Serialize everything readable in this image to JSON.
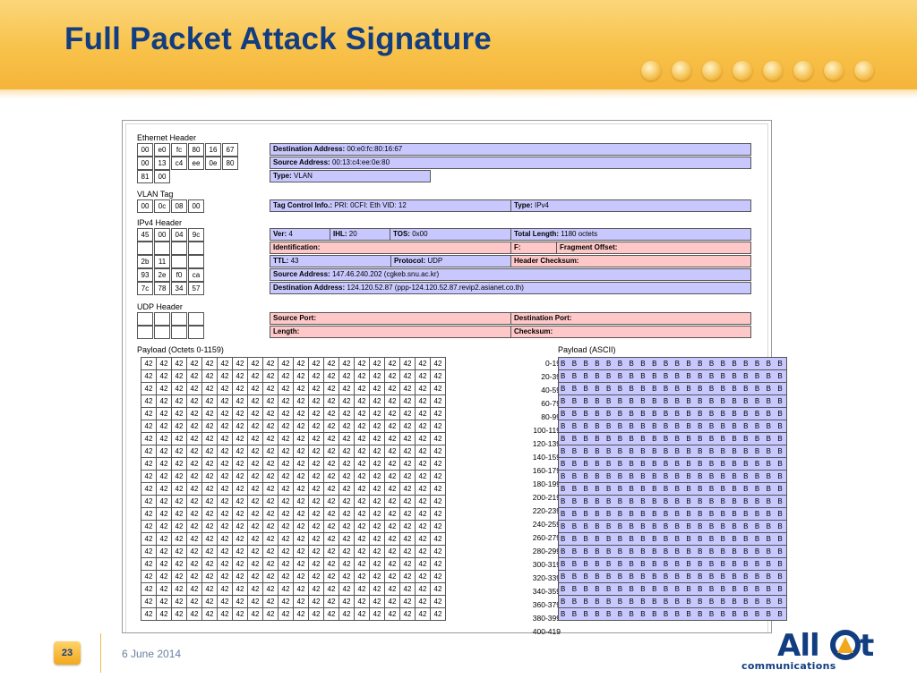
{
  "slide": {
    "title": "Full Packet Attack Signature",
    "page_number": "23",
    "date": "6 June 2014",
    "accent": "#f5b43a",
    "title_color": "#123d80"
  },
  "nav_dots": [
    "(c)",
    "(c)",
    "(c)",
    "(c)",
    "(c)",
    "(c)",
    "(c)",
    "(c)"
  ],
  "ethernet": {
    "label": "Ethernet Header",
    "hex_rows": [
      [
        "00",
        "e0",
        "fc",
        "80",
        "16",
        "67"
      ],
      [
        "00",
        "13",
        "c4",
        "ee",
        "0e",
        "80"
      ],
      [
        "81",
        "00"
      ]
    ],
    "dest": {
      "key": "Destination Address:",
      "value": "00:e0:fc:80:16:67"
    },
    "src": {
      "key": "Source Address:",
      "value": "00:13:c4:ee:0e:80"
    },
    "type": {
      "key": "Type:",
      "value": "VLAN"
    }
  },
  "vlan": {
    "label": "VLAN Tag",
    "hex_row": [
      "00",
      "0c",
      "08",
      "00"
    ],
    "tci": {
      "key": "Tag Control Info.:",
      "value": "PRI: 0CFI: Eth VID: 12"
    },
    "type": {
      "key": "Type:",
      "value": "IPv4"
    }
  },
  "ipv4": {
    "label": "IPv4 Header",
    "hex_rows": [
      [
        "45",
        "00",
        "04",
        "9c"
      ],
      [
        "",
        "",
        "",
        ""
      ],
      [
        "2b",
        "11",
        "",
        ""
      ],
      [
        "93",
        "2e",
        "f0",
        "ca"
      ],
      [
        "7c",
        "78",
        "34",
        "57"
      ]
    ],
    "ver": {
      "key": "Ver:",
      "value": "4"
    },
    "ihl": {
      "key": "IHL:",
      "value": "20"
    },
    "tos": {
      "key": "TOS:",
      "value": "0x00"
    },
    "total_length": {
      "key": "Total Length:",
      "value": "1180 octets"
    },
    "identification": {
      "key": "Identification:",
      "value": ""
    },
    "flags": {
      "key": "F:",
      "value": ""
    },
    "frag": {
      "key": "Fragment Offset:",
      "value": ""
    },
    "ttl": {
      "key": "TTL:",
      "value": "43"
    },
    "protocol": {
      "key": "Protocol:",
      "value": "UDP"
    },
    "checksum": {
      "key": "Header Checksum:",
      "value": ""
    },
    "src": {
      "key": "Source Address:",
      "value": "147.46.240.202 (cgkeb.snu.ac.kr)"
    },
    "dst": {
      "key": "Destination Address:",
      "value": "124.120.52.87 (ppp-124.120.52.87.revip2.asianet.co.th)"
    }
  },
  "udp": {
    "label": "UDP Header",
    "hex_rows": [
      [
        "",
        "",
        "",
        ""
      ],
      [
        "",
        "",
        "",
        ""
      ]
    ],
    "src_port": {
      "key": "Source Port:",
      "value": ""
    },
    "dst_port": {
      "key": "Destination Port:",
      "value": ""
    },
    "length": {
      "key": "Length:",
      "value": ""
    },
    "checksum": {
      "key": "Checksum:",
      "value": ""
    }
  },
  "payload": {
    "label": "Payload (Octets 0-1159)",
    "ascii_label": "Payload (ASCII)",
    "byte_value": "42",
    "ascii_char": "B",
    "cols": 20,
    "ranges": [
      "0-19",
      "20-39",
      "40-59",
      "60-79",
      "80-99",
      "100-119",
      "120-139",
      "140-159",
      "160-179",
      "180-199",
      "200-219",
      "220-239",
      "240-259",
      "260-279",
      "280-299",
      "300-319",
      "320-339",
      "340-359",
      "360-379",
      "380-399",
      "400-419"
    ]
  },
  "logo": {
    "word": "All t",
    "sub": "communications"
  }
}
